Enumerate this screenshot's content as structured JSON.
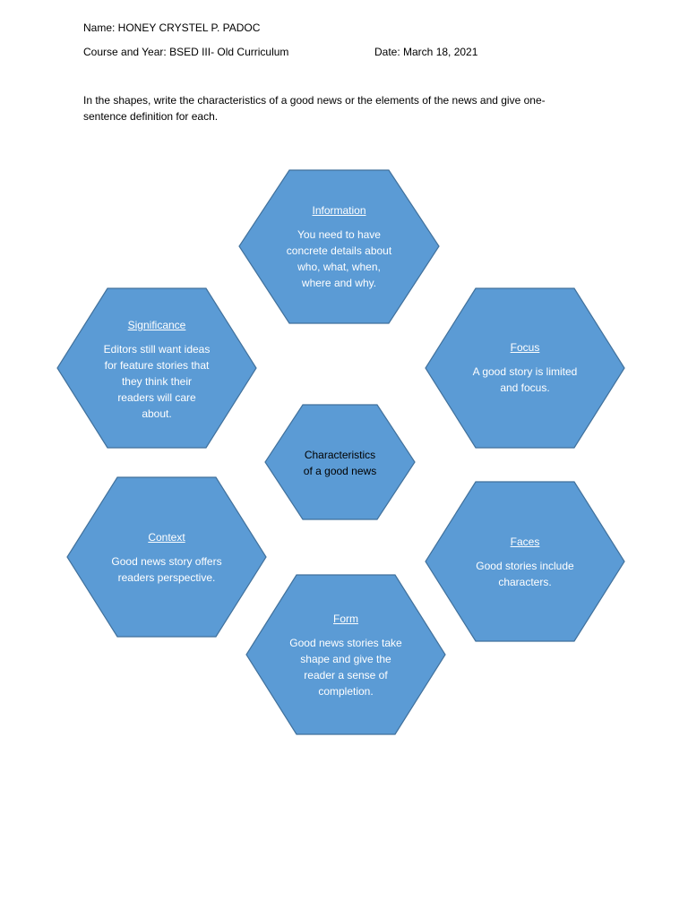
{
  "header": {
    "name": "Name: HONEY CRYSTEL P. PADOC",
    "course": "Course and Year: BSED III- Old Curriculum",
    "date": "Date: March 18, 2021"
  },
  "instructions": {
    "line1": "In the shapes, write the characteristics of a good news  or the elements of the news and give one-",
    "line2": "sentence definition for each."
  },
  "colors": {
    "hex_fill": "#5b9bd5",
    "hex_stroke": "#41719c"
  },
  "center": {
    "text": "Characteristics\nof a good news"
  },
  "hexagons": {
    "information": {
      "title": "Information",
      "text": "You need to have\nconcrete details about\nwho, what, when,\nwhere and why."
    },
    "significance": {
      "title": "Significance",
      "text": "Editors still want ideas\nfor feature stories that\nthey think their\nreaders will care\nabout."
    },
    "focus": {
      "title": "Focus",
      "text": "A good story is limited\nand focus."
    },
    "context": {
      "title": "Context",
      "text": "Good news story offers\nreaders perspective."
    },
    "faces": {
      "title": "Faces",
      "text": "Good stories include\ncharacters."
    },
    "form": {
      "title": "Form",
      "text": "Good news stories take\nshape and give the\nreader a sense of\ncompletion."
    }
  }
}
